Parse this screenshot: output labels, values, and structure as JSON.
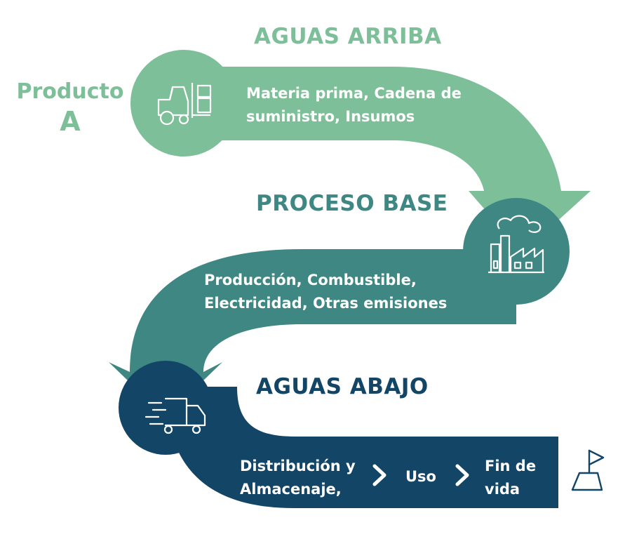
{
  "stages": {
    "upstream": {
      "title": "AGUAS ARRIBA",
      "line1": "Materia prima, Cadena de",
      "line2": "suministro, Insumos",
      "icon": "forklift-icon",
      "color": "#7dbf98"
    },
    "core": {
      "title": "PROCESO BASE",
      "line1": "Producción, Combustible,",
      "line2": "Electricidad, Otras emisiones",
      "icon": "factory-icon",
      "color": "#3e8783"
    },
    "downstream": {
      "title": "AGUAS ABAJO",
      "step1_line1": "Distribución y",
      "step1_line2": "Almacenaje,",
      "step2": "Uso",
      "step3_line1": "Fin de",
      "step3_line2": "vida",
      "icon": "delivery-truck-icon",
      "end_icon": "finish-flag-icon",
      "color": "#134566"
    }
  },
  "product": {
    "line1": "Producto",
    "line2": "A"
  }
}
